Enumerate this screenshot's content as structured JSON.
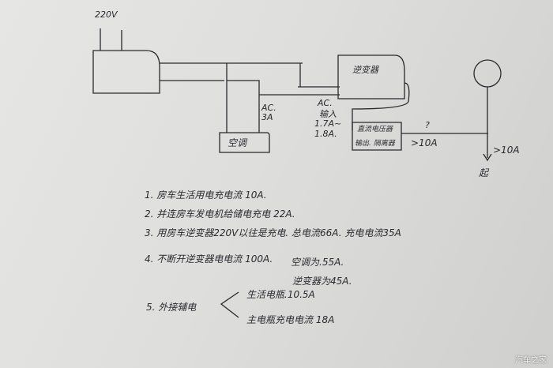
{
  "diagram": {
    "source_label": "220V",
    "inverter_label": "逆变器",
    "ac_label": "空调",
    "ac_current": "AC.\n3A",
    "ac_input_label": "AC.",
    "ac_input_sub": "输入",
    "ac_input_range1": "1.7A~",
    "ac_input_range2": "1.8A.",
    "dc_box_line1": "直流电压器",
    "dc_box_line2": "输出. 隔离器",
    "question_mark": "?",
    "dc_out_current": ">10A",
    "battery_current": ">10A",
    "battery_label": "起"
  },
  "notes": [
    "1. 房车生活用电充电流 10A.",
    "2. 并连房车发电机给储电充电 22A.",
    "3. 用房车逆变器220V以往是充电. 总电流66A. 充电电流35A",
    "4. 不断开逆变器电电流 100A."
  ],
  "note4_sub": [
    "空调为.55A.",
    "逆变器为45A."
  ],
  "note5": {
    "label": "5. 外接辅电",
    "branches": [
      "生活电瓶.10.5A",
      "主电瓶充电电流 18A"
    ]
  },
  "watermark": "汽车之家"
}
